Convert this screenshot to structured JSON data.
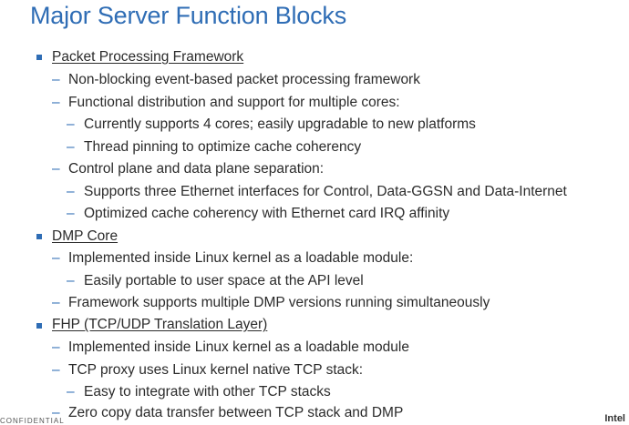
{
  "slide": {
    "title": "Major Server Function Blocks",
    "sections": [
      {
        "heading": "Packet Processing Framework",
        "lines": [
          "Non-blocking event-based packet processing framework",
          "Functional distribution and support for multiple cores:",
          "Currently supports 4 cores; easily upgradable to new platforms",
          "Thread pinning to optimize cache coherency",
          "Control plane and data plane separation:",
          "Supports three Ethernet interfaces for Control, Data-GGSN and Data-Internet",
          "Optimized cache coherency with Ethernet card IRQ affinity"
        ]
      },
      {
        "heading": "DMP Core",
        "lines": [
          "Implemented inside Linux kernel as a loadable module:",
          "Easily portable to user space at the API level",
          "Framework supports multiple DMP versions running simultaneously"
        ]
      },
      {
        "heading": "FHP (TCP/UDP Translation Layer)",
        "lines": [
          "Implemented inside Linux kernel as a loadable module",
          "TCP proxy uses Linux kernel native TCP stack:",
          "Easy to integrate with other TCP stacks",
          "Zero copy data transfer between TCP stack and DMP"
        ]
      }
    ],
    "dash": "–"
  },
  "footer": {
    "left_text": "CONFIDENTIAL",
    "logo_text": "Intel"
  },
  "colors": {
    "accent": "#2f6db5",
    "text": "#2b2b2b"
  }
}
